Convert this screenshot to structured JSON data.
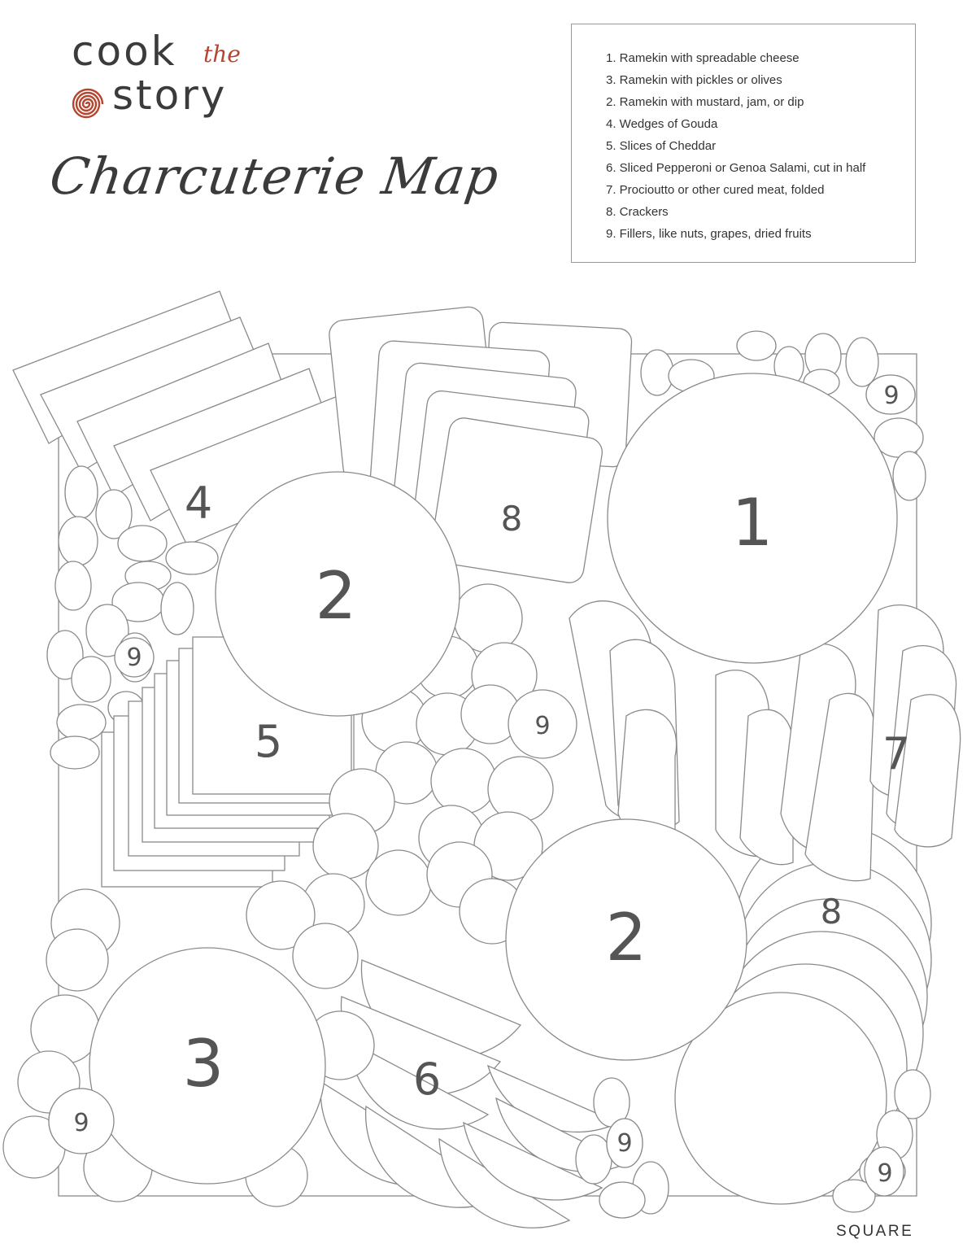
{
  "logo": {
    "word1": "cook",
    "word2": "the",
    "word3": "story",
    "accent_color": "#b5452f",
    "icon": "spiral-icon"
  },
  "title": "Charcuterie Map",
  "legend": {
    "items": [
      {
        "label": "1. Ramekin with spreadable cheese"
      },
      {
        "label": "3. Ramekin with pickles or olives"
      },
      {
        "label": "2. Ramekin with mustard, jam, or dip"
      },
      {
        "label": "4. Wedges of Gouda"
      },
      {
        "label": "5. Slices of Cheddar"
      },
      {
        "label": "6. Sliced Pepperoni or Genoa Salami, cut in half"
      },
      {
        "label": "7. Procioutto or other cured meat, folded"
      },
      {
        "label": "8. Crackers"
      },
      {
        "label": "9. Fillers, like nuts, grapes, dried fruits"
      }
    ]
  },
  "board": {
    "labels": {
      "ramekin_cheese": "1",
      "ramekin_mustard_top": "2",
      "ramekin_mustard_bottom": "2",
      "ramekin_pickles": "3",
      "gouda": "4",
      "cheddar": "5",
      "salami": "6",
      "prosciutto": "7",
      "crackers_top": "8",
      "crackers_right": "8",
      "filler_top_right": "9",
      "filler_left": "9",
      "filler_center": "9",
      "filler_bottom_left": "9",
      "filler_bottom_mid": "9",
      "filler_bottom_right": "9"
    },
    "line_color": "#8a8a8a"
  },
  "footer": {
    "shape_label": "SQUARE"
  }
}
